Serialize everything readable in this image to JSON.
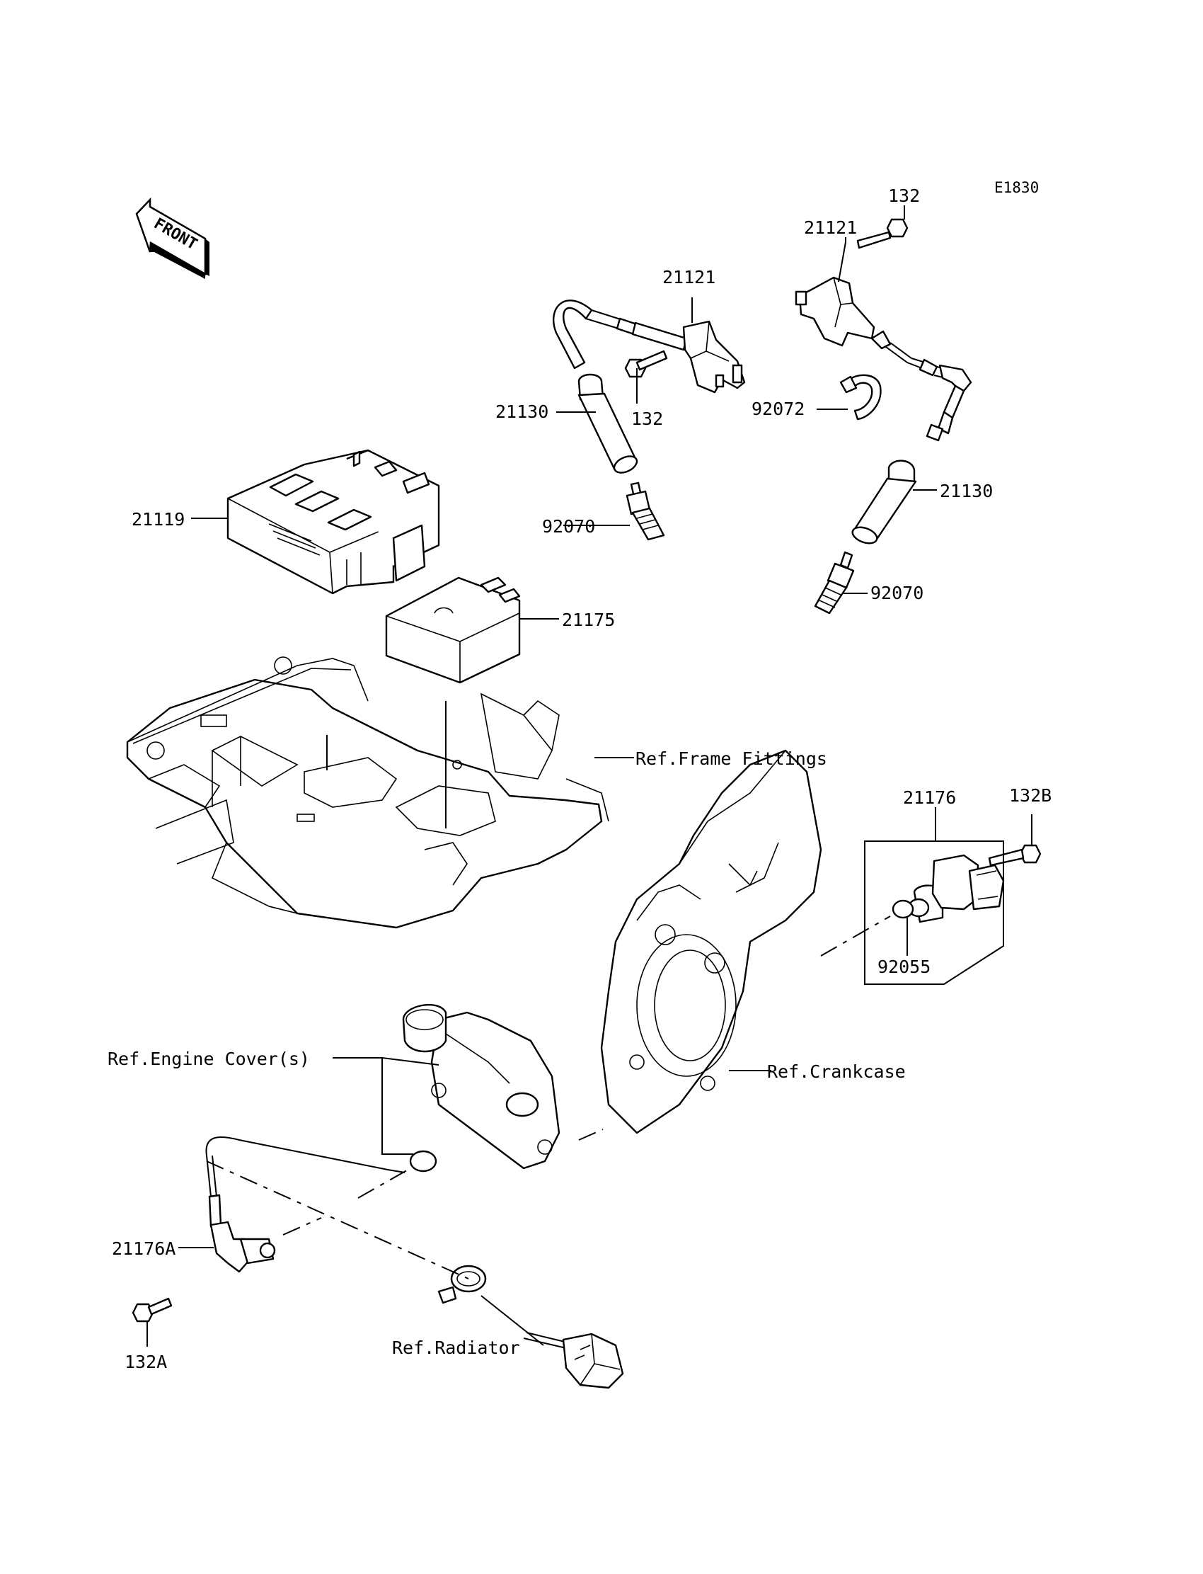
{
  "diagram_code": "E1830",
  "front_label": "FRONT",
  "labels": {
    "p132_top": "132",
    "p21121_right": "21121",
    "p21121_left": "21121",
    "p21130_left": "21130",
    "p132_left": "132",
    "p92072": "92072",
    "p21119": "21119",
    "p92070_left": "92070",
    "p21130_right": "21130",
    "p92070_right": "92070",
    "p21175": "21175",
    "ref_frame": "Ref.Frame Fittings",
    "p21176": "21176",
    "p132B": "132B",
    "p92055": "92055",
    "ref_engine_cover": "Ref.Engine Cover(s)",
    "ref_crankcase": "Ref.Crankcase",
    "p21176A": "21176A",
    "p132A": "132A",
    "ref_radiator": "Ref.Radiator"
  }
}
